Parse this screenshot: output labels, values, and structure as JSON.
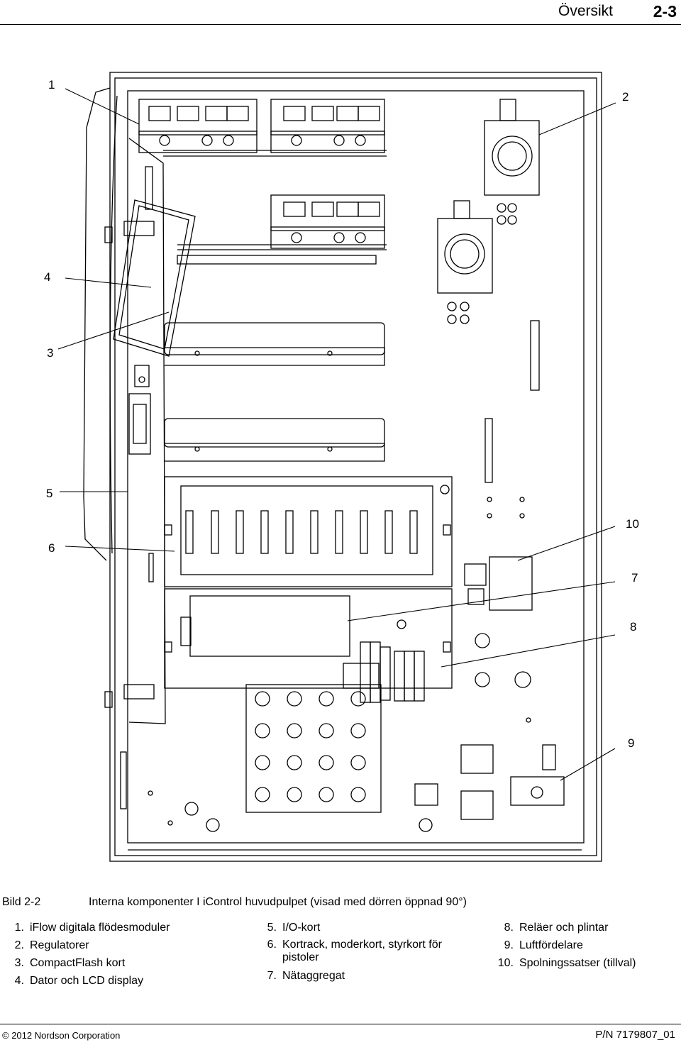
{
  "header": {
    "section_title": "Översikt",
    "page_number": "2-3"
  },
  "callouts": [
    "1",
    "2",
    "3",
    "4",
    "5",
    "6",
    "7",
    "8",
    "9",
    "10"
  ],
  "caption": {
    "figure_number": "Bild 2-2",
    "text": "Interna komponenter I iControl huvudpulpet (visad med dörren öppnad 90°)"
  },
  "legend": {
    "col1": [
      {
        "num": "1.",
        "text": "iFlow digitala flödesmoduler"
      },
      {
        "num": "2.",
        "text": "Regulatorer"
      },
      {
        "num": "3.",
        "text": "CompactFlash kort"
      },
      {
        "num": "4.",
        "text": "Dator och LCD display"
      }
    ],
    "col2": [
      {
        "num": "5.",
        "text": "I/O-kort"
      },
      {
        "num": "6.",
        "text": "Kortrack, moderkort, styrkort för pistoler"
      },
      {
        "num": "7.",
        "text": "Nätaggregat"
      }
    ],
    "col3": [
      {
        "num": "8.",
        "text": "Reläer och plintar"
      },
      {
        "num": "9.",
        "text": "Luftfördelare"
      },
      {
        "num": "10.",
        "text": "Spolningssatser (tillval)"
      }
    ]
  },
  "footer": {
    "copyright": "© 2012 Nordson Corporation",
    "part_number": "P/N 7179807_01"
  }
}
